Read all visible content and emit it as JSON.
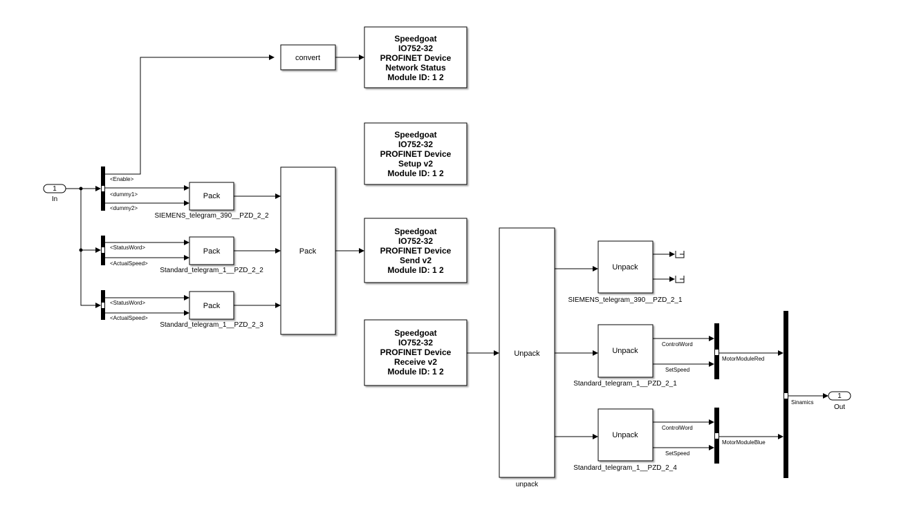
{
  "ports": {
    "in_number": "1",
    "in_label": "In",
    "out_number": "1",
    "out_label": "Out"
  },
  "blocks": {
    "convert": "convert",
    "pack_small_1": "Pack",
    "pack_small_2": "Pack",
    "pack_small_3": "Pack",
    "pack_big": "Pack",
    "unpack_big": "Unpack",
    "unpack_big_caption": "unpack",
    "unpack_1": "Unpack",
    "unpack_2": "Unpack",
    "unpack_3": "Unpack"
  },
  "block_captions": {
    "pack_small_1": "SIEMENS_telegram_390__PZD_2_2",
    "pack_small_2": "Standard_telegram_1__PZD_2_2",
    "pack_small_3": "Standard_telegram_1__PZD_2_3",
    "unpack_1": "SIEMENS_telegram_390__PZD_2_1",
    "unpack_2": "Standard_telegram_1__PZD_2_1",
    "unpack_3": "Standard_telegram_1__PZD_2_4"
  },
  "speedgoat_blocks": [
    {
      "lines": [
        "Speedgoat",
        "IO752-32",
        "PROFINET Device",
        "Network Status",
        "Module ID: 1  2"
      ]
    },
    {
      "lines": [
        "Speedgoat",
        "IO752-32",
        "PROFINET Device",
        "Setup v2",
        "Module ID: 1  2"
      ]
    },
    {
      "lines": [
        "Speedgoat",
        "IO752-32",
        "PROFINET Device",
        "Send v2",
        "Module ID: 1  2"
      ]
    },
    {
      "lines": [
        "Speedgoat",
        "IO752-32",
        "PROFINET Device",
        "Receive v2",
        "Module ID: 1  2"
      ]
    }
  ],
  "bus_signals": {
    "selector1": [
      "<Enable>",
      "<dummy1>",
      "<dummy2>"
    ],
    "selector2": [
      "<StatusWord>",
      "<ActualSpeed>"
    ],
    "selector3": [
      "<StatusWord>",
      "<ActualSpeed>"
    ]
  },
  "signal_labels": {
    "control_word_1": "ControlWord",
    "set_speed_1": "SetSpeed",
    "control_word_2": "ControlWord",
    "set_speed_2": "SetSpeed",
    "motor_red": "MotorModuleRed",
    "motor_blue": "MotorModuleBlue",
    "sinamics": "Sinamics"
  }
}
